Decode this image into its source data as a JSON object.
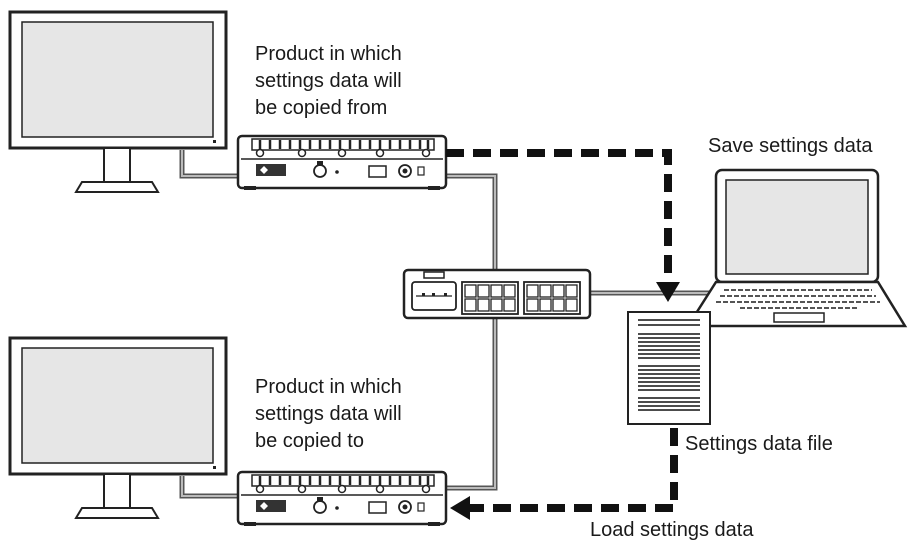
{
  "labels": {
    "source_line1": "Product in which",
    "source_line2": "settings data will",
    "source_line3": "be copied from",
    "target_line1": "Product in which",
    "target_line2": "settings data will",
    "target_line3": "be copied to",
    "save": "Save settings data",
    "file": "Settings data file",
    "load": "Load settings data"
  }
}
